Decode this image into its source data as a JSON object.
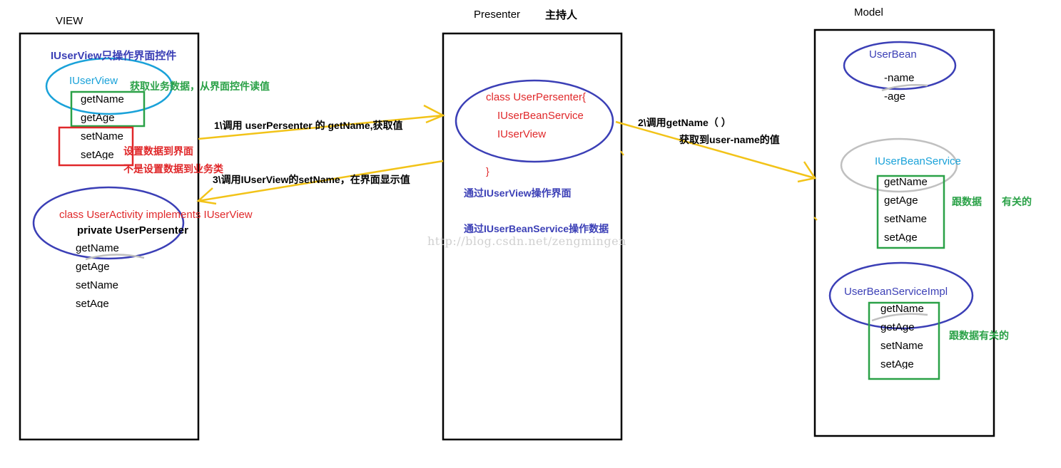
{
  "columns": {
    "view_title": "VIEW",
    "presenter_title": "Presenter",
    "presenter_subtitle": "主持人",
    "model_title": "Model"
  },
  "view": {
    "note_top": "IUserView只操作界面控件",
    "iuserview": "IUserView",
    "get_note": "获取业务数据，从界面控件读值",
    "get_methods": [
      "getName",
      "getAge"
    ],
    "set_methods": [
      "setName",
      "setAge"
    ],
    "set_note_1": "设置数据到界面",
    "set_note_2": "不是设置数据到业务类",
    "activity_class": "class UserActivity implements IUserView",
    "activity_field": "private UserPersenter",
    "activity_methods": [
      "getName",
      "getAge",
      "setName",
      "setAge"
    ]
  },
  "presenter": {
    "class_line": "class UserPersenter{",
    "field_1": "IUserBeanService",
    "field_2": "IUserView",
    "closing": "}",
    "note_view": "通过IUserView操作界面",
    "note_data": "通过IUserBeanService操作数据"
  },
  "model": {
    "userbean": "UserBean",
    "userbean_fields": [
      "-name",
      "-age"
    ],
    "service": "IUserBeanService",
    "service_methods": [
      "getName",
      "getAge",
      "setName",
      "setAge"
    ],
    "service_note_1": "跟数据",
    "service_note_2": "有关的",
    "impl": "UserBeanServiceImpl",
    "impl_methods": [
      "getName",
      "getAge",
      "setName",
      "setAge"
    ],
    "impl_note": "跟数据有关的"
  },
  "arrows": {
    "step1": "1\\调用  userPersenter 的 getName,获取值",
    "step2_a": "2\\调用getName（  ）",
    "step2_b": "获取到user-name的值",
    "step3": "3\\调用IUserView的setName，在界面显示值"
  },
  "watermark": "http://blog.csdn.net/zengmingen",
  "colors": {
    "blue": "#3b3fb6",
    "cyan": "#1aa2d9",
    "red": "#e0282a",
    "green": "#2aa147",
    "gray": "#bfbfbf",
    "arrow": "#f2c318"
  }
}
